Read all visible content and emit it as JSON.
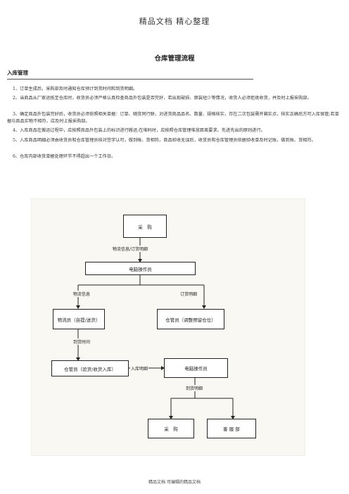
{
  "header": "精品文档 精心整理",
  "title": "仓库管理流程",
  "section": "入库管理",
  "paragraphs": [
    "1、订单生成后，采购部及时通知仓库预计到货时间和到货明细。",
    "2、当商品从厂家运抵至仓库时，收货员必须严格认真检查商品外包装是否完好，若出现破损、原装短少等情况，收货人必须拒绝收货，并及时上报采购部。",
    "3、确定商品外包装完好后，收货员必须依照相关单据：订单、随货同行联，对进货商品品名、数量、规格核实，存在二次包装需开箱实点，核实正确后方可入库保管;若单据与商品实物不相符，应及时上报采购部。",
    "4、入库商品在搬运过程中，应按照商品外包装上的标识进行搬运;在堆码时，应按照仓库管理堆放距离要求、先进先出的原则进行。",
    "5、入库商品明细必须由收货员和仓库管理员核对签字认可，做到帐、货相符。商品验收无误后，收货员和仓库管理员依据验收单及时记账，做到账、货相符。",
    "6、仓库内部收货单据处理环节不得超出一个工作日。"
  ],
  "flow": {
    "purchase": "采　购",
    "label_logistics_order": "物流信息/订货明细",
    "computer_operator": "电脑操作员",
    "label_logistics": "物流信息",
    "label_order_detail": "订货明细",
    "logistics_clerk": "物流员（自提/送货）",
    "warehouse_reserve": "仓管员（调整预留仓位）",
    "label_arrival": "到货时间",
    "warehouse_receive": "仓管员（验货/收货入库）",
    "label_stock_in": "入库明细",
    "computer_operator2": "电脑操作员",
    "label_arrival_detail": "到货明细",
    "purchase2": "采　购",
    "customer_service": "客 服 部"
  },
  "footer": "精品文档 可编辑的精品文档"
}
